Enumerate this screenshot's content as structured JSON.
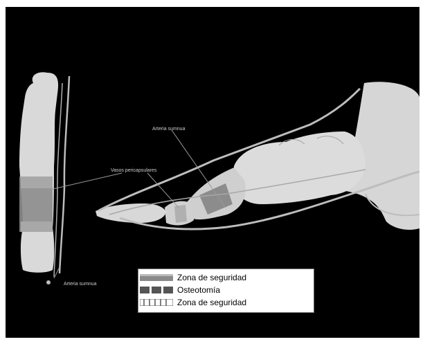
{
  "figure": {
    "annotations": {
      "artery_top": "Arteria sumnua",
      "vessels": "Vasos pericapsulares",
      "artery_bottom": "Arteria sumnua"
    },
    "legend": [
      {
        "label": "Zona de seguridad",
        "swatch": "solid-gray-block"
      },
      {
        "label": "Osteotomía",
        "swatch": "dark-blocks"
      },
      {
        "label": "Zona de seguridad",
        "swatch": "striped-block"
      }
    ]
  },
  "colors": {
    "background": "#000000",
    "bone": "#d9d9d9",
    "osteotomy_zone": "#7f7f7f",
    "vessel": "#bdbdbd"
  }
}
